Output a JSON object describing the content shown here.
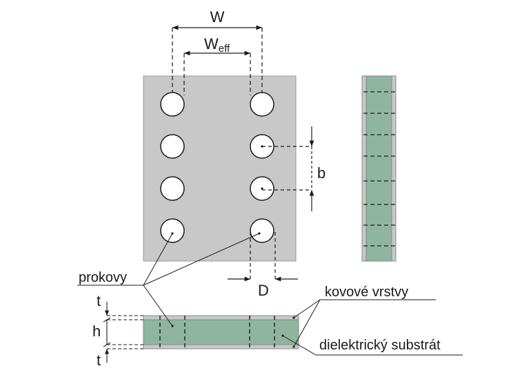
{
  "colors": {
    "plate": "#c8c8c8",
    "plate_edge": "#8a8a8a",
    "dielectric": "#8fb5a0",
    "metal": "#c8c8c8",
    "via_fill": "#ffffff",
    "line": "#1a1a1a"
  },
  "labels": {
    "W": "W",
    "Weff_main": "W",
    "Weff_sub": "eff",
    "b": "b",
    "D": "D",
    "t_top": "t",
    "h": "h",
    "t_bottom": "t",
    "prokovy": "prokovy",
    "kovove_vrstvy": "kovové vrstvy",
    "dielektricky_substrat": "dielektrický substrát"
  }
}
